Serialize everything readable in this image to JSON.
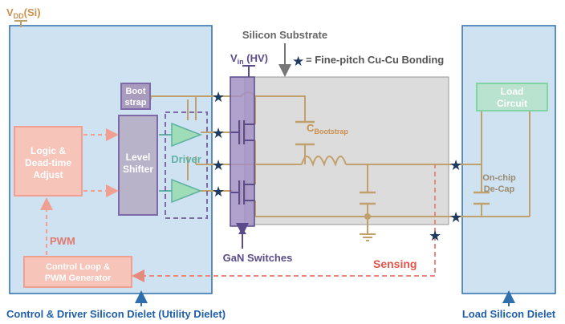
{
  "vdd": {
    "main": "V",
    "sub": "DD",
    "tail": "(Si)"
  },
  "substrate_label": "Silicon Substrate",
  "vin": {
    "main": "V",
    "sub": "in",
    "tail": " (HV)"
  },
  "legend_text": "= Fine-pitch Cu-Cu Bonding",
  "blocks": {
    "bootstrap": [
      "Boot",
      "strap"
    ],
    "logic": [
      "Logic &",
      "Dead-time",
      "Adjust"
    ],
    "level_shifter": [
      "Level",
      "Shifter"
    ],
    "driver": "Driver",
    "control_loop": [
      "Control Loop &",
      "PWM Generator"
    ],
    "load_circuit": [
      "Load",
      "Circuit"
    ],
    "decap": [
      "On-chip",
      "De-Cap"
    ]
  },
  "cbootstrap": {
    "main": "C",
    "sub": "Bootstrap"
  },
  "pwm_label": "PWM",
  "gan_label": "GaN Switches",
  "sensing_label": "Sensing",
  "left_die_label": "Control & Driver Silicon Dielet (Utility Dielet)",
  "right_die_label": "Load Silicon Dielet",
  "colors": {
    "die_fill": "#cfe2f1",
    "die_stroke": "#2f6fae",
    "substrate_fill": "#dcdcdc",
    "wire": "#c2a06b",
    "salmon": "#f0a090",
    "purple": "#7e6aa8",
    "gan_fill": "#a391c4",
    "green": "#7fd6a4",
    "teal": "#5fb1a2",
    "navy": "#1f3a5f",
    "sensing": "#e2554a",
    "pwm": "#e07a6e",
    "label_blue": "#1f5fa8"
  }
}
